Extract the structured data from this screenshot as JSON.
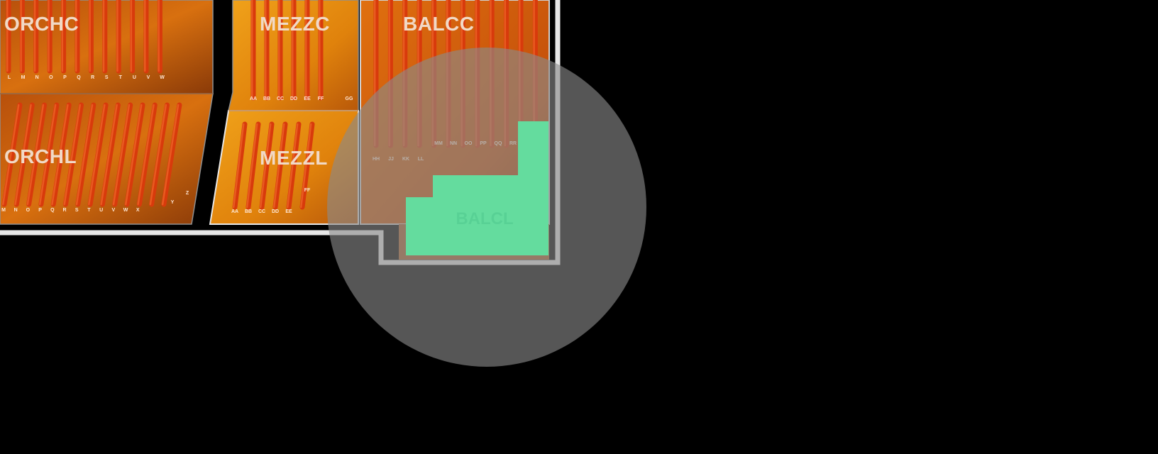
{
  "sections": {
    "orchc": {
      "label": "ORCHC",
      "rows": [
        "L",
        "M",
        "N",
        "O",
        "P",
        "Q",
        "R",
        "S",
        "T",
        "U",
        "V",
        "W"
      ]
    },
    "orchl": {
      "label": "ORCHL",
      "rows": [
        "M",
        "N",
        "O",
        "P",
        "Q",
        "R",
        "S",
        "T",
        "U",
        "V",
        "W",
        "X",
        "Y",
        "Z"
      ]
    },
    "mezzc": {
      "label": "MEZZC",
      "rows": [
        "AA",
        "BB",
        "CC",
        "DD",
        "EE",
        "FF",
        "GG"
      ]
    },
    "mezzl": {
      "label": "MEZZL",
      "rows": [
        "AA",
        "BB",
        "CC",
        "DD",
        "EE",
        "FF"
      ]
    },
    "balcc": {
      "label": "BALCC",
      "rows_low": [
        "HH",
        "JJ",
        "KK",
        "LL"
      ],
      "rows_high": [
        "MM",
        "NN",
        "OO",
        "PP",
        "QQ",
        "RR"
      ]
    },
    "balcl": {
      "label": "BALCL",
      "status": "selected"
    }
  },
  "colors": {
    "background": "#000000",
    "orch": "#d9620f",
    "mezz": "#e8890a",
    "balc": "#c7500d",
    "selected": "#64dc9e",
    "outline": "#e8e8e8",
    "focus_spotlight": "#8a8a8a"
  }
}
